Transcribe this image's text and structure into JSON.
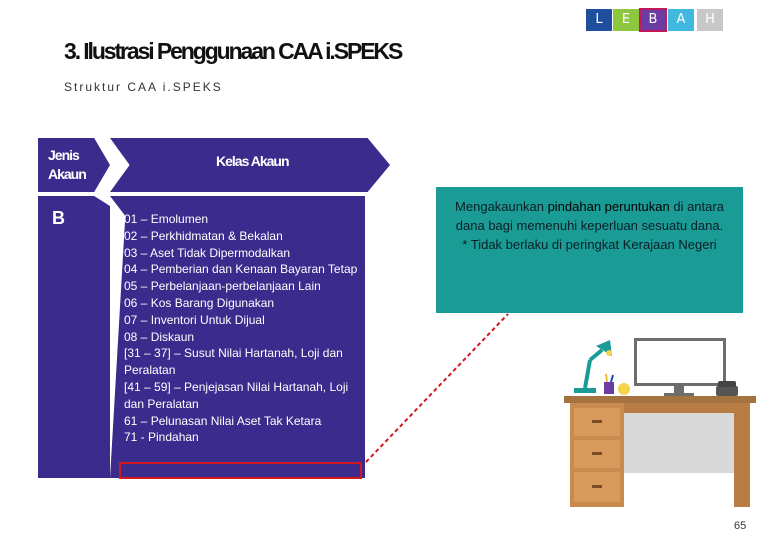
{
  "tabs": [
    "L",
    "E",
    "B",
    "A",
    "H"
  ],
  "title": "3. Ilustrasi Penggunaan CAA i.SPEKS",
  "subtitle": "Struktur CAA i.SPEKS",
  "table": {
    "jenis_header": "Jenis Akaun",
    "kelas_header": "Kelas Akaun",
    "jenis_value": "B",
    "kelas_items": [
      "01 – Emolumen",
      "02 – Perkhidmatan & Bekalan",
      "03 – Aset Tidak Dipermodalkan",
      "04 – Pemberian dan Kenaan Bayaran Tetap",
      "05 – Perbelanjaan-perbelanjaan Lain",
      "06 – Kos Barang Digunakan",
      "07 – Inventori Untuk Dijual",
      "08 – Diskaun",
      "[31 – 37] – Susut Nilai Hartanah, Loji dan Peralatan",
      "[41 – 59] – Penjejasan Nilai Hartanah, Loji dan Peralatan",
      "61 – Pelunasan Nilai Aset Tak Ketara",
      "71 - Pindahan"
    ]
  },
  "note": {
    "before": "Mengakaunkan ",
    "emphasis": "pindahan peruntukan",
    "after": " di antara dana bagi memenuhi keperluan sesuatu dana.",
    "footnote": "* Tidak berlaku di peringkat Kerajaan Negeri"
  },
  "page_number": "65",
  "colors": {
    "header_bg": "#3b2b8c",
    "note_bg": "#1a9b95",
    "highlight": "#d0191e"
  }
}
